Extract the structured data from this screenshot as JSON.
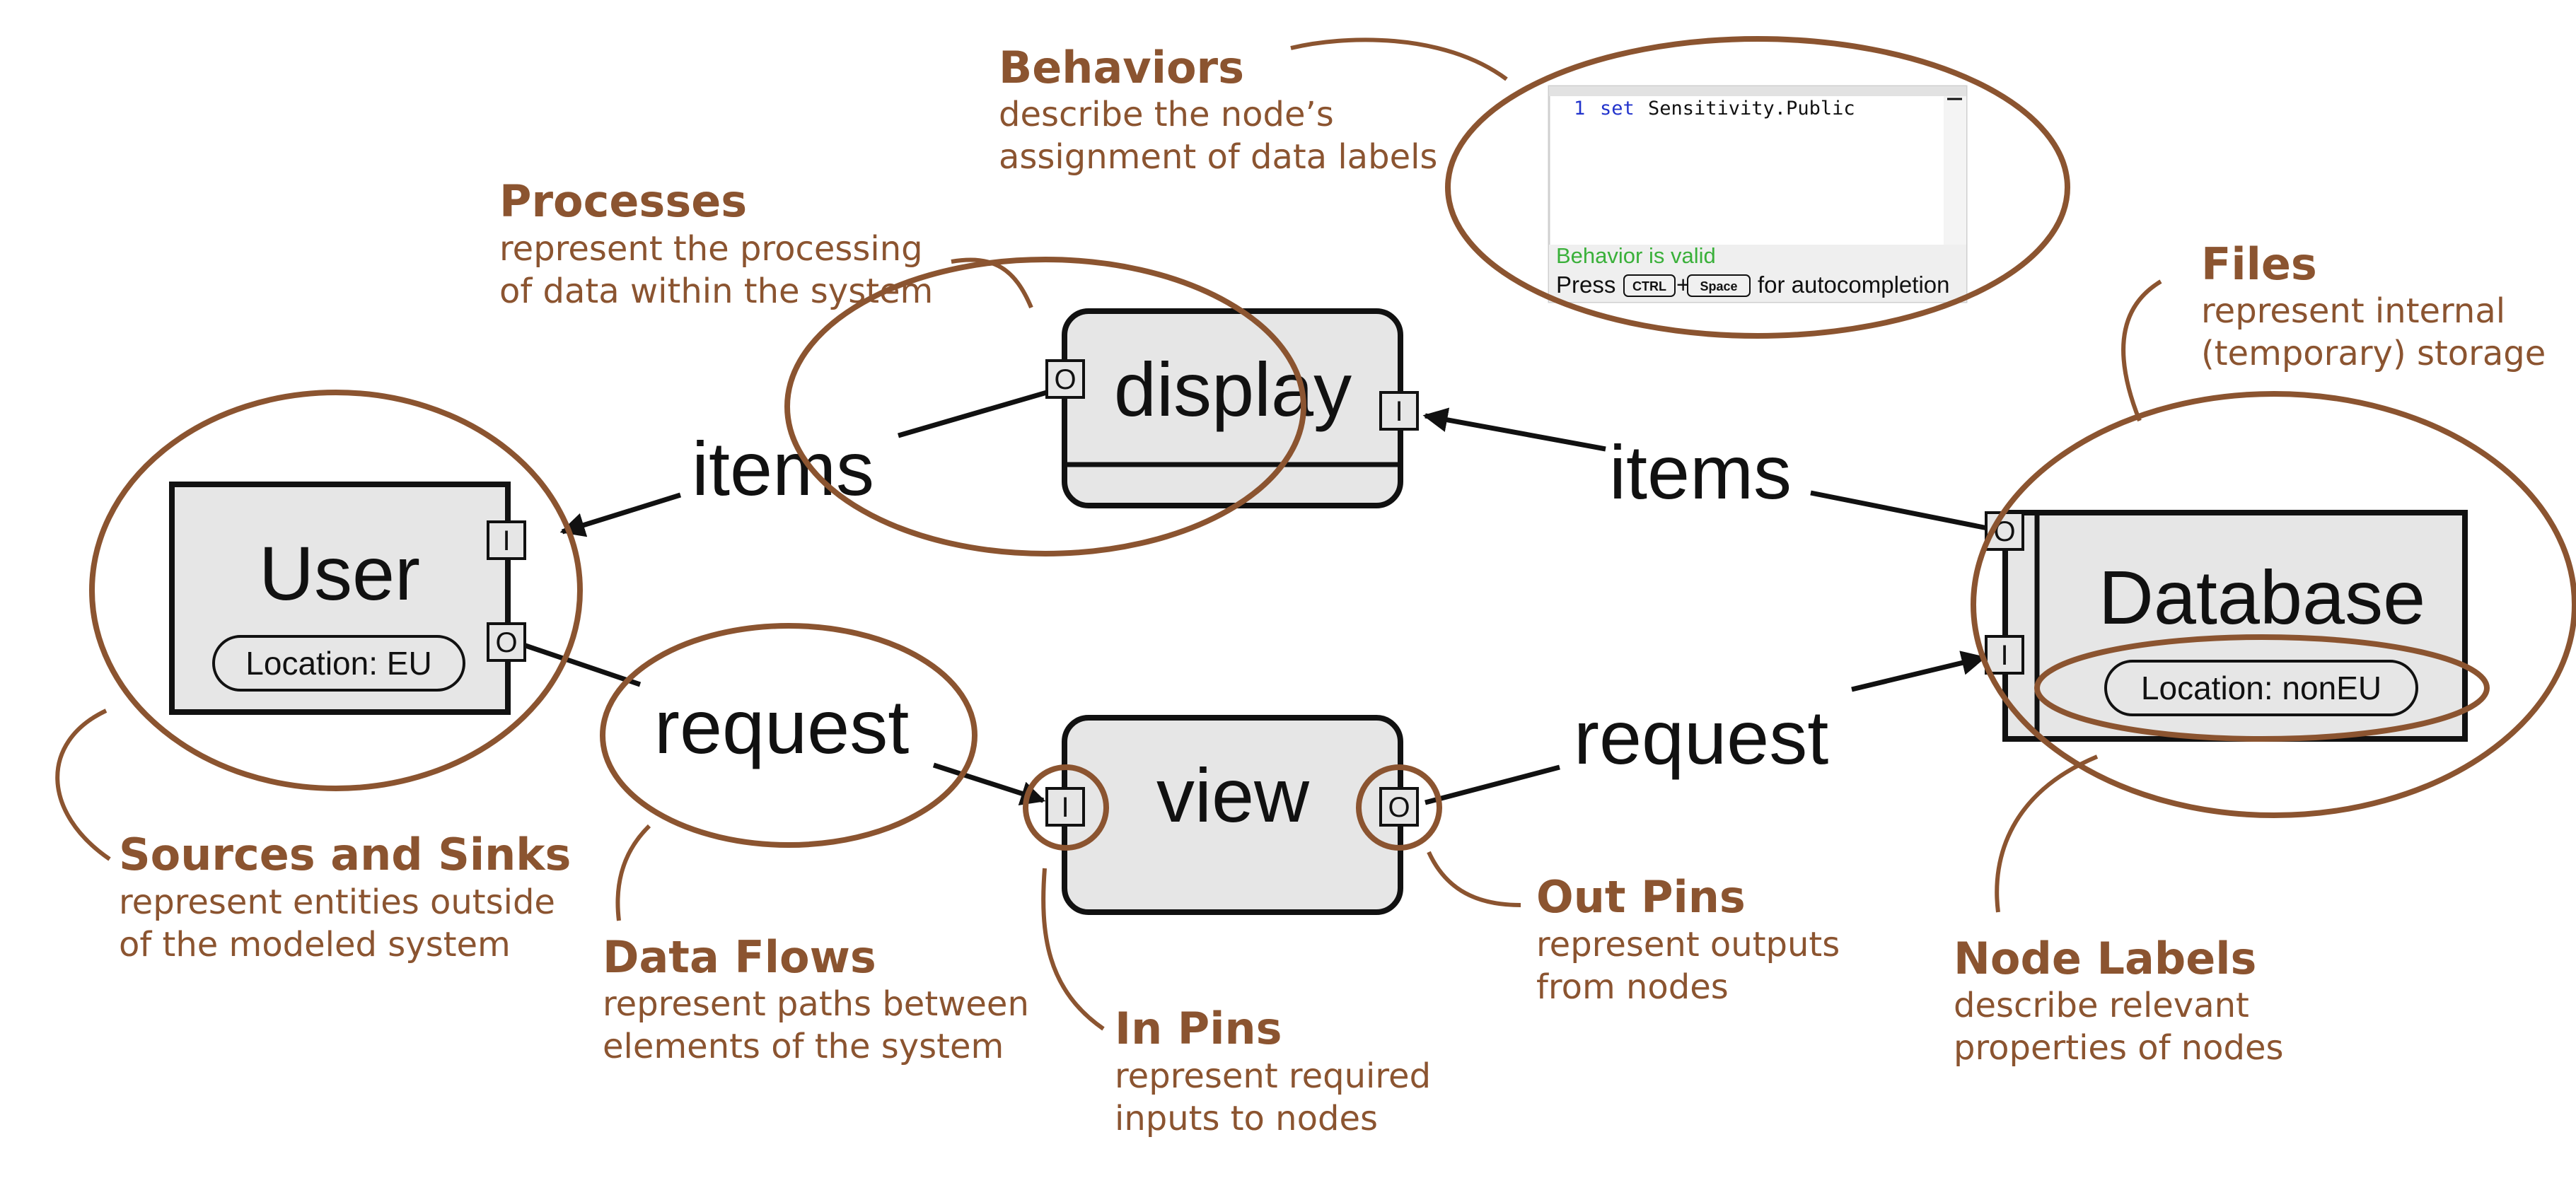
{
  "nodes": {
    "user": {
      "name": "User",
      "label": "Location: EU",
      "pin_in": "I",
      "pin_out": "O"
    },
    "display": {
      "name": "display",
      "pin_in": "I",
      "pin_out": "O"
    },
    "view": {
      "name": "view",
      "pin_in": "I",
      "pin_out": "O"
    },
    "database": {
      "name": "Database",
      "label": "Location: nonEU",
      "pin_in": "I",
      "pin_out": "O"
    }
  },
  "flows": {
    "display_to_user": "items",
    "database_to_display": "items",
    "user_to_view": "request",
    "view_to_database": "request"
  },
  "behavior_editor": {
    "line_number": "1",
    "keyword": "set",
    "code": "Sensitivity.Public",
    "status": "Behavior is valid",
    "hint_prefix": "Press",
    "key_ctrl": "CTRL",
    "plus": "+",
    "key_space": "Space",
    "hint_suffix": "for autocompletion"
  },
  "annotations": {
    "behaviors": {
      "title": "Behaviors",
      "lines": [
        "describe the node’s",
        "assignment of data labels"
      ]
    },
    "processes": {
      "title": "Processes",
      "lines": [
        "represent the processing",
        "of data within the system"
      ]
    },
    "files": {
      "title": "Files",
      "lines": [
        "represent internal",
        "(temporary) storage"
      ]
    },
    "sources_sinks": {
      "title": "Sources and Sinks",
      "lines": [
        "represent entities outside",
        "of the modeled system"
      ]
    },
    "data_flows": {
      "title": "Data Flows",
      "lines": [
        "represent paths between",
        "elements of the system"
      ]
    },
    "in_pins": {
      "title": "In Pins",
      "lines": [
        "represent required",
        "inputs to nodes"
      ]
    },
    "out_pins": {
      "title": "Out Pins",
      "lines": [
        "represent outputs",
        "from nodes"
      ]
    },
    "node_labels": {
      "title": "Node Labels",
      "lines": [
        "describe relevant",
        "properties of nodes"
      ]
    }
  },
  "colors": {
    "annotation": "#8b5430",
    "node_fill": "#e6e6e6",
    "stroke": "#111111",
    "valid": "#3ab03a",
    "keyword": "#2233cc"
  }
}
